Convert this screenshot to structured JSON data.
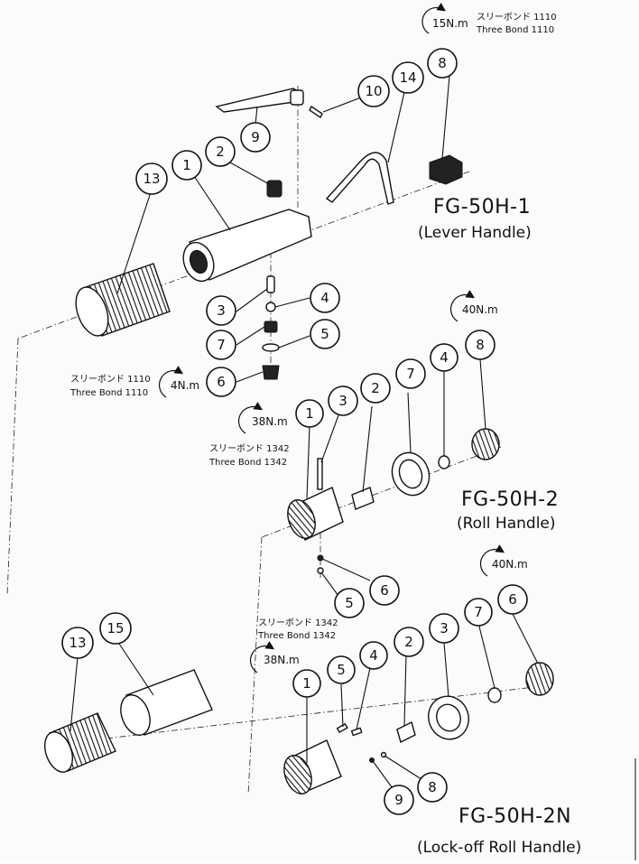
{
  "models": {
    "lever": {
      "title": "FG-50H-1",
      "subtitle": "(Lever Handle)"
    },
    "roll": {
      "title": "FG-50H-2",
      "subtitle": "(Roll Handle)"
    },
    "lockoff": {
      "title": "FG-50H-2N",
      "subtitle": "(Lock-off  Roll Handle)"
    }
  },
  "torques": {
    "t15": "15N.m",
    "t4": "4N.m",
    "t40a": "40N.m",
    "t38a": "38N.m",
    "t40b": "40N.m",
    "t38b": "38N.m"
  },
  "sealants": {
    "s1110_top_jp": "スリーボンド  1110",
    "s1110_top_en": "Three Bond  1110",
    "s1110_left_jp": "スリーボンド  1110",
    "s1110_left_en": "Three Bond  1110",
    "s1342_a_jp": "スリーボンド  1342",
    "s1342_a_en": "Three Bond  1342",
    "s1342_b_jp": "スリーボンド  1342",
    "s1342_b_en": "Three Bond  1342"
  },
  "callouts": {
    "lever": [
      "8",
      "14",
      "10",
      "9",
      "2",
      "1",
      "13",
      "3",
      "4",
      "7",
      "5",
      "6"
    ],
    "roll": [
      "1",
      "3",
      "2",
      "7",
      "4",
      "8",
      "5",
      "6"
    ],
    "lockoff": [
      "13",
      "15",
      "1",
      "5",
      "4",
      "2",
      "3",
      "7",
      "6",
      "9",
      "8"
    ]
  }
}
